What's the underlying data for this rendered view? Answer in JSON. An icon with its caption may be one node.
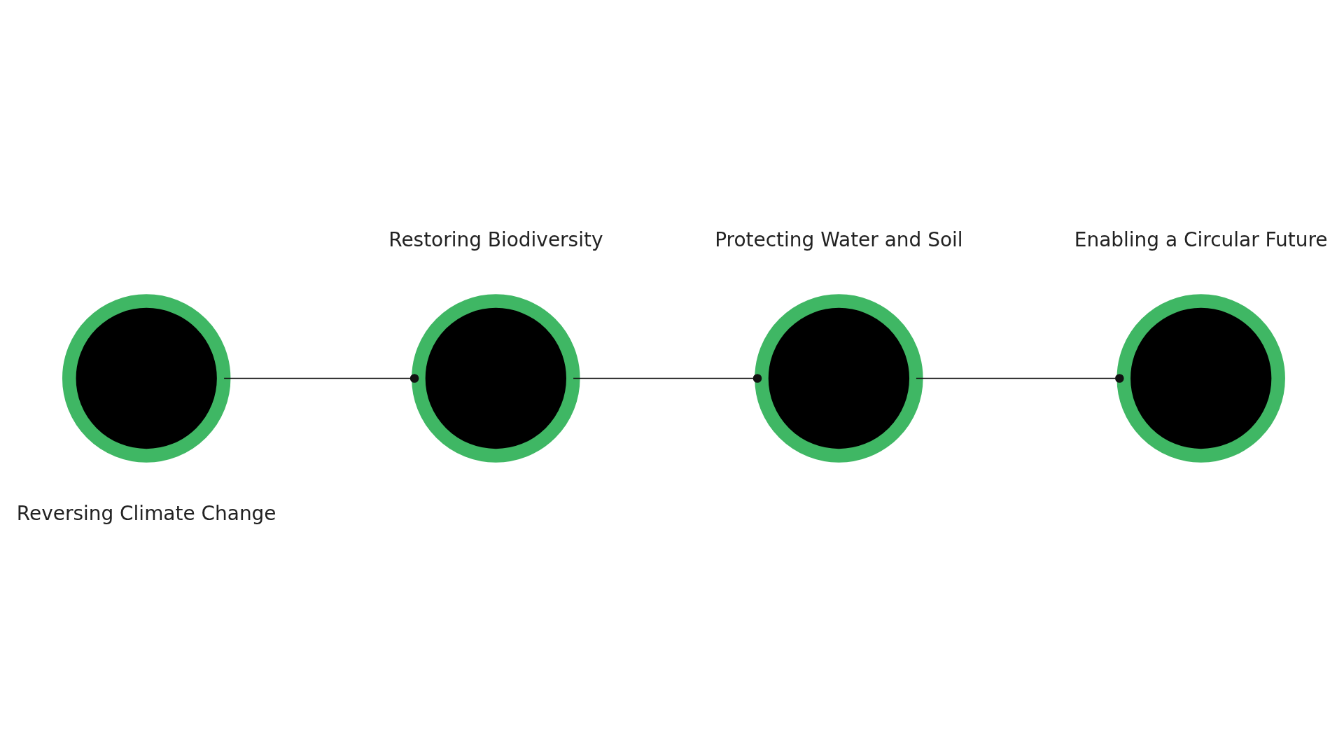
{
  "diagram": {
    "nodes": [
      {
        "text": [],
        "shape": "circle",
        "beside": [
          "Reversing Climate Change"
        ]
      },
      {
        "text": [],
        "shape": "circle",
        "beside": [
          "Restoring Biodiversity"
        ]
      },
      {
        "text": [],
        "shape": "circle",
        "beside": [
          "Protecting Water and Soil"
        ]
      },
      {
        "text": [],
        "shape": "circle",
        "beside": [
          "Enabling a Circular Future"
        ]
      }
    ],
    "edges": [
      {
        "from": 0,
        "to": 1,
        "arrow": "other"
      },
      {
        "from": 1,
        "to": 2,
        "arrow": "other"
      },
      {
        "from": 2,
        "to": 3,
        "arrow": "other"
      }
    ]
  }
}
